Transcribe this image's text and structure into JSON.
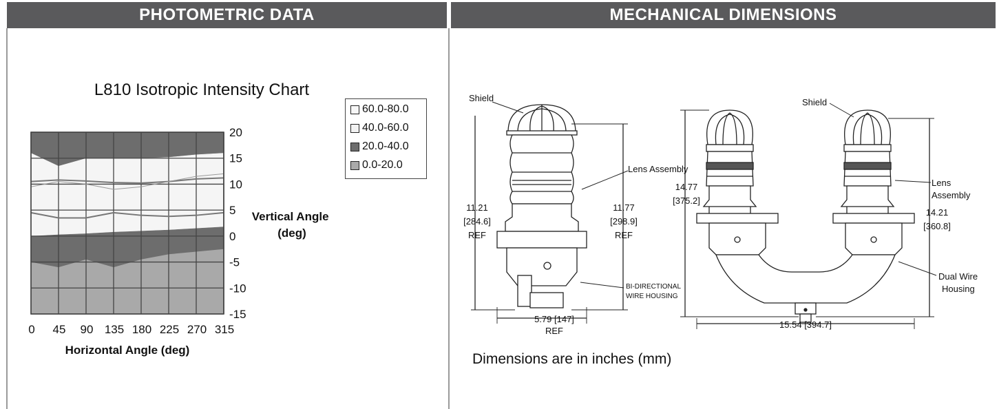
{
  "headers": {
    "left": "PHOTOMETRIC DATA",
    "right": "MECHANICAL DIMENSIONS"
  },
  "chart_data": {
    "type": "heatmap",
    "title": "L810 Isotropic Intensity Chart",
    "xlabel": "Horizontal Angle (deg)",
    "ylabel": "Vertical Angle\n(deg)",
    "ylabel_lines": [
      "Vertical Angle",
      "(deg)"
    ],
    "x_ticks": [
      "0",
      "45",
      "90",
      "135",
      "180",
      "225",
      "270",
      "315"
    ],
    "y_ticks": [
      "20",
      "15",
      "10",
      "5",
      "0",
      "-5",
      "-10",
      "-15"
    ],
    "xlim": [
      0,
      315
    ],
    "ylim": [
      -15,
      20
    ],
    "legend": [
      {
        "label": "60.0-80.0",
        "color": "#f7f7f7"
      },
      {
        "label": "40.0-60.0",
        "color": "#f2f2f2"
      },
      {
        "label": "20.0-40.0",
        "color": "#6d6d6d"
      },
      {
        "label": "0.0-20.0",
        "color": "#a9a9a9"
      }
    ],
    "contours": {
      "x": [
        0,
        45,
        90,
        135,
        180,
        225,
        270,
        315
      ],
      "top_dark_lower": [
        16,
        13.5,
        15,
        15,
        15,
        15.2,
        15.7,
        16
      ],
      "band_20_40_upper": [
        9.5,
        10.5,
        10,
        9,
        9.5,
        10.5,
        11.5,
        12
      ],
      "line_10": [
        10.5,
        10.8,
        10.6,
        10.3,
        10.2,
        10.5,
        11,
        11.2
      ],
      "line_4": [
        4.5,
        3.5,
        3.5,
        4.5,
        4,
        3.8,
        4,
        4.5
      ],
      "dark_upper": [
        0,
        0.3,
        0.5,
        0.8,
        1,
        1.2,
        1.5,
        1.8
      ],
      "dark_lower": [
        -5,
        -6,
        -4.5,
        -6,
        -4.5,
        -3.5,
        -3,
        -2.5
      ]
    }
  },
  "drawing": {
    "single": {
      "shield": "Shield",
      "lens_assembly": "Lens Assembly",
      "left_dim": [
        "11.21",
        "[284.6]",
        "REF"
      ],
      "right_dim": [
        "11.77",
        "[298.9]",
        "REF"
      ],
      "width_dim": [
        "5.79 [147]",
        "REF"
      ],
      "wire_housing": [
        "BI-DIRECTIONAL",
        "WIRE HOUSING"
      ]
    },
    "dual": {
      "shield": "Shield",
      "lens_assembly": [
        "Lens",
        "Assembly"
      ],
      "left_dim": [
        "14.77",
        "[375.2]"
      ],
      "right_dim": [
        "14.21",
        "[360.8]"
      ],
      "width_dim": "15.54 [394.7]",
      "wire_housing": [
        "Dual Wire",
        "Housing"
      ]
    }
  },
  "note": "Dimensions are in inches (mm)"
}
